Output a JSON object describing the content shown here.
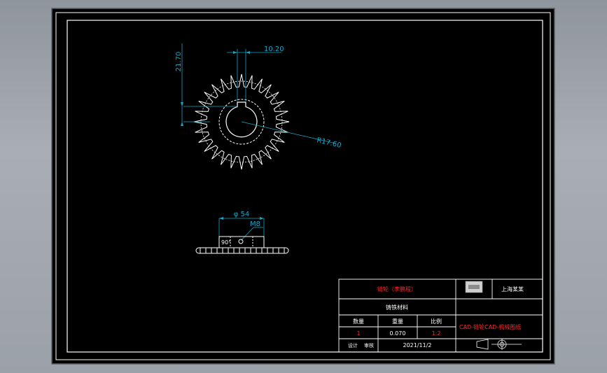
{
  "drawing": {
    "colors": {
      "background": "#000000",
      "paper_frame": "#ffffff",
      "geometry": "#ffffff",
      "dimension": "#19a6c8",
      "title_text_red": "#ff2a2a"
    },
    "gear": {
      "teeth": 28
    },
    "dimensions": {
      "vertical_keyway": "21.70",
      "key_width": "10.20",
      "radius": "R17.60",
      "diameter": "φ 54",
      "thread": "M8"
    },
    "side_view": {
      "label": "90°"
    },
    "title_block": {
      "part_name": "链轮（李鹏程）",
      "material": "铸铁材料",
      "company": "上海某某",
      "headers": {
        "quantity": "数量",
        "weight": "重量",
        "scale": "比例"
      },
      "values": {
        "quantity": "1",
        "weight": "0.070",
        "scale": "1:2"
      },
      "drawing_no": "CAD-链轮CAD-机械图纸",
      "roles": {
        "design": "设计",
        "check": "审核"
      },
      "date": "2021/11/2"
    }
  }
}
